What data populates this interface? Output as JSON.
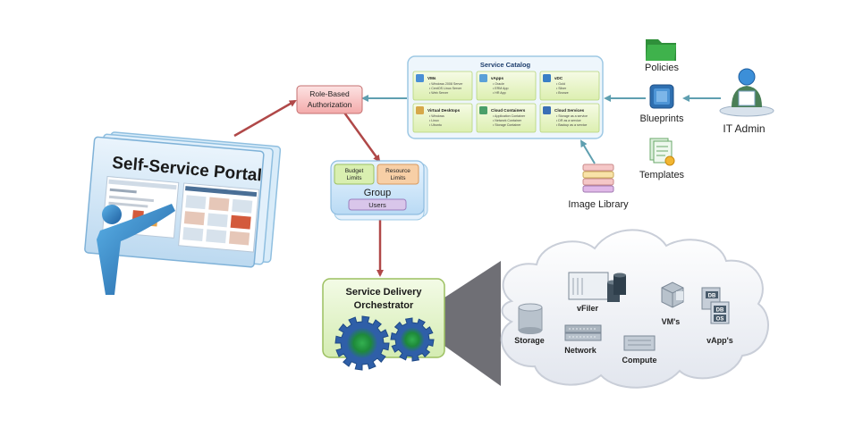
{
  "portal": {
    "title": "Self-Service Portal"
  },
  "rba": {
    "label_line1": "Role-Based",
    "label_line2": "Authorization"
  },
  "catalog": {
    "title": "Service Catalog",
    "cells": [
      {
        "title": "VMs",
        "items": [
          "Windows 2008 Server",
          "CentOS Linux Server",
          "Web Server"
        ]
      },
      {
        "title": "vApps",
        "items": [
          "Oracle",
          "ERM App",
          "HR App"
        ]
      },
      {
        "title": "vDC",
        "items": [
          "Gold",
          "Silver",
          "Bronze"
        ]
      },
      {
        "title": "Virtual Desktops",
        "items": [
          "Windows",
          "Linux",
          "Ubuntu"
        ]
      },
      {
        "title": "Cloud Containers",
        "items": [
          "Application Container",
          "Network Container",
          "Storage Container"
        ]
      },
      {
        "title": "Cloud Services",
        "items": [
          "Storage as a service",
          "DR as a service",
          "Backup as a service"
        ]
      }
    ]
  },
  "group": {
    "title": "Group",
    "budget_line1": "Budget",
    "budget_line2": "Limits",
    "resource_line1": "Resource",
    "resource_line2": "Limits",
    "users": "Users"
  },
  "right": {
    "policies": "Policies",
    "blueprints": "Blueprints",
    "templates": "Templates",
    "it_admin": "IT Admin",
    "image_library": "Image Library"
  },
  "orchestrator": {
    "line1": "Service Delivery",
    "line2": "Orchestrator"
  },
  "cloud": {
    "storage": "Storage",
    "vfiler": "vFiler",
    "vms": "VM's",
    "vapps": "vApp's",
    "network": "Network",
    "compute": "Compute",
    "db": "DB",
    "os": "OS"
  },
  "colors": {
    "arrow_red": "#b04848",
    "arrow_blue": "#5f9fb0",
    "catalog_border": "#9dc8e4",
    "orchestrator_fill": "#eaf6d6",
    "gear": "#2f5fa8",
    "cloud_fill": "#f1f3f7"
  }
}
